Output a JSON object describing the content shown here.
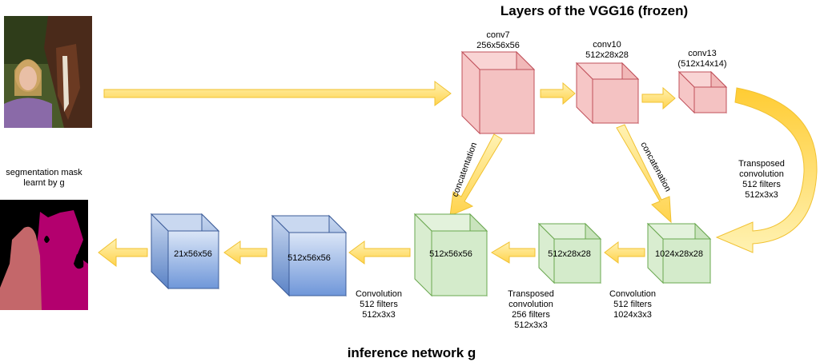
{
  "titles": {
    "top": "Layers of the VGG16 (frozen)",
    "bottom": "inference network g"
  },
  "input_image": {
    "label": ""
  },
  "output": {
    "caption_line1": "segmentation mask",
    "caption_line2": "learnt by g"
  },
  "vgg_layers": [
    {
      "name": "conv7",
      "dims": "256x56x56"
    },
    {
      "name": "conv10",
      "dims": "512x28x28"
    },
    {
      "name": "conv13",
      "dims": "(512x14x14)"
    }
  ],
  "inference_blocks": [
    {
      "dims": "21x56x56",
      "color": "#6f97d9"
    },
    {
      "dims": "512x56x56",
      "color": "#6f97d9"
    },
    {
      "dims": "512x56x56",
      "color": "#d4ebcb"
    },
    {
      "dims": "512x28x28",
      "color": "#d4ebcb"
    },
    {
      "dims": "1024x28x28",
      "color": "#d4ebcb"
    }
  ],
  "edge_labels": {
    "concat_left": "concatentation",
    "concat_right": "concatenation"
  },
  "ops": {
    "transposed_right": [
      "Transposed",
      "convolution",
      "512 filters",
      "512x3x3"
    ],
    "conv_right": [
      "Convolution",
      "512 filters",
      "1024x3x3"
    ],
    "transposed_mid": [
      "Transposed",
      "convolution",
      "256 filters",
      "512x3x3"
    ],
    "conv_left": [
      "Convolution",
      "512 filters",
      "512x3x3"
    ]
  },
  "colors": {
    "vgg_fill": "#f4c2c2",
    "vgg_stroke": "#c0505a",
    "green_stroke": "#6aa84f",
    "blue_stroke": "#3c5c99",
    "arrow_fill": "#ffd966",
    "arrow_stroke": "#f1c232"
  }
}
